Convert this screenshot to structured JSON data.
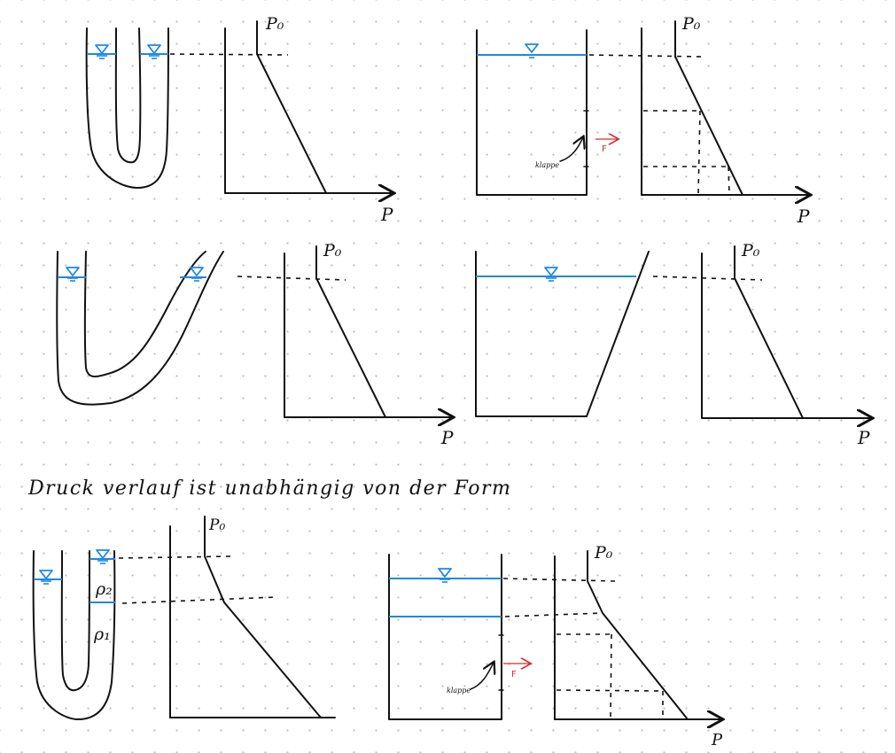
{
  "labels": {
    "p0": "P₀",
    "p_axis": "P",
    "rho1": "ρ₁",
    "rho2": "ρ₂",
    "klappe": "klappe",
    "force": "F"
  },
  "note": "Druck verlauf ist unabhängig von der Form",
  "colors": {
    "ink": "#111111",
    "water": "#1e88e5",
    "force": "#d32f2f",
    "dots": "#bdbdbd"
  }
}
